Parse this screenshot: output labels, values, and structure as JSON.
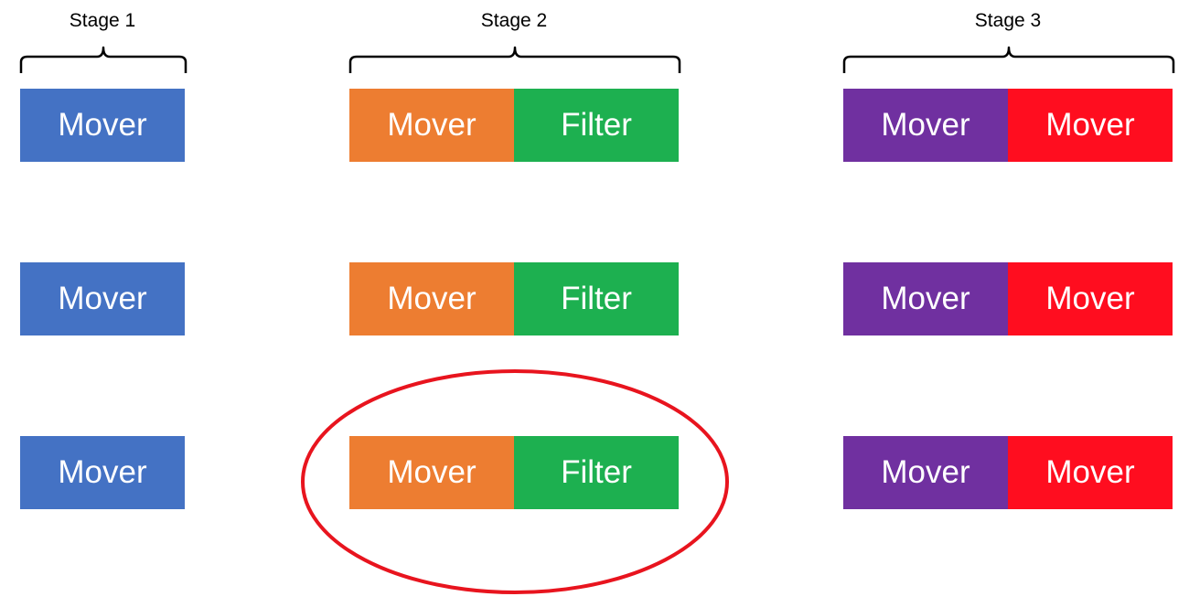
{
  "stages": [
    {
      "label": "Stage 1"
    },
    {
      "label": "Stage 2"
    },
    {
      "label": "Stage 3"
    }
  ],
  "blocks": {
    "mover_label": "Mover",
    "filter_label": "Filter"
  },
  "rows": 3,
  "highlighted": {
    "stage": "Stage 2",
    "row": 3
  },
  "colors": {
    "stage1_mover": "#4472C4",
    "stage2_mover": "#ED7D31",
    "stage2_filter": "#1DB050",
    "stage3_mover_left": "#7030A0",
    "stage3_mover_right": "#FF0D1F",
    "highlight": "#E8141E",
    "brace": "#000000"
  }
}
